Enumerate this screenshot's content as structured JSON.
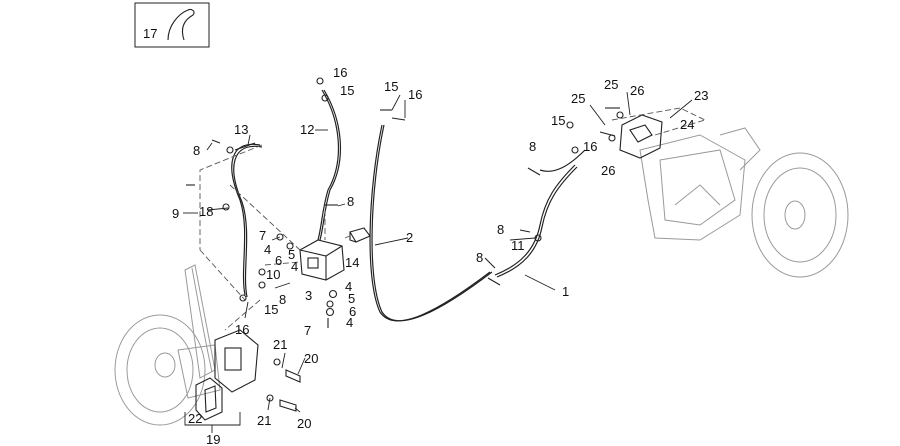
{
  "inset": {
    "label": "17"
  },
  "callouts": {
    "c1": "1",
    "c2": "2",
    "c3": "3",
    "c4a": "4",
    "c4b": "4",
    "c4c": "4",
    "c4d": "4",
    "c5a": "5",
    "c5b": "5",
    "c6a": "6",
    "c6b": "6",
    "c7a": "7",
    "c7b": "7",
    "c8a": "8",
    "c8b": "8",
    "c8c": "8",
    "c8d": "8",
    "c8e": "8",
    "c8f": "8",
    "c9": "9",
    "c10": "10",
    "c11": "11",
    "c12": "12",
    "c13": "13",
    "c14": "14",
    "c15a": "15",
    "c15b": "15",
    "c15c": "15",
    "c15d": "15",
    "c16a": "16",
    "c16b": "16",
    "c16c": "16",
    "c16d": "16",
    "c18": "18",
    "c19": "19",
    "c20a": "20",
    "c20b": "20",
    "c21a": "21",
    "c21b": "21",
    "c22": "22",
    "c23": "23",
    "c24": "24",
    "c25a": "25",
    "c25b": "25",
    "c26a": "26",
    "c26b": "26"
  }
}
